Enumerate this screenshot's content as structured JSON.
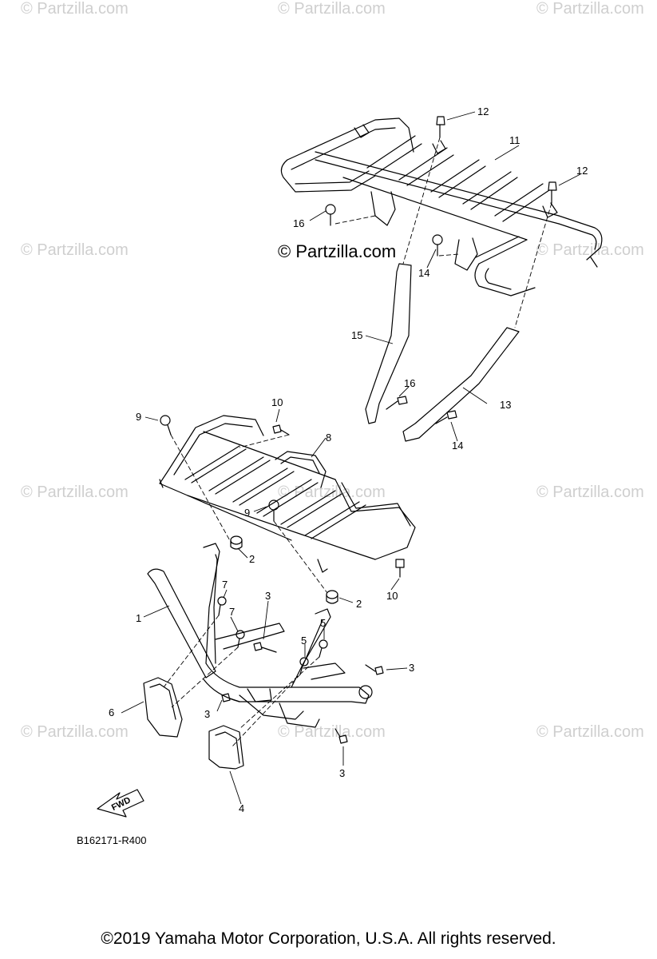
{
  "watermark": "© Partzilla.com",
  "diagram_code": "B162171-R400",
  "copyright": "©2019  Yamaha Motor Corporation, U.S.A. All rights reserved.",
  "fwd_label": "FWD",
  "callouts": {
    "p1": "1",
    "p2a": "2",
    "p2b": "2",
    "p3a": "3",
    "p3b": "3",
    "p3c": "3",
    "p3d": "3",
    "p4": "4",
    "p5a": "5",
    "p5b": "5",
    "p6": "6",
    "p7a": "7",
    "p7b": "7",
    "p8": "8",
    "p9a": "9",
    "p9b": "9",
    "p10a": "10",
    "p10b": "10",
    "p11": "11",
    "p12a": "12",
    "p12b": "12",
    "p13": "13",
    "p14a": "14",
    "p14b": "14",
    "p15": "15",
    "p16a": "16",
    "p16b": "16"
  }
}
